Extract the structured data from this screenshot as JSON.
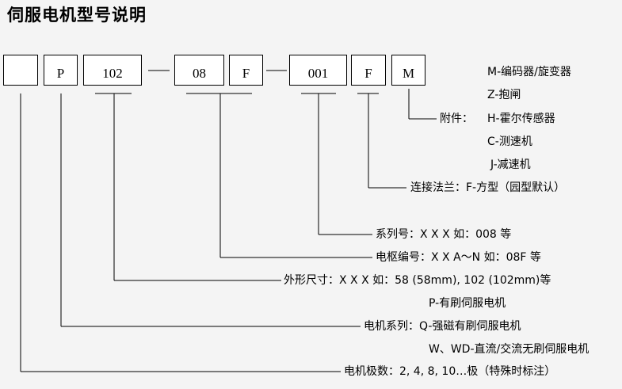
{
  "title": "伺服电机型号说明",
  "boxes": [
    "",
    "P",
    "102",
    "08",
    "F",
    "001",
    "F",
    "M"
  ],
  "annotations": {
    "accessory_options": [
      "M-编码器/旋变器",
      "Z-抱闸",
      "H-霍尔传感器",
      "C-测速机",
      "J-减速机"
    ],
    "accessory_label": "附件：",
    "flange": "连接法兰：F-方型（园型默认）",
    "series_no": "系列号：X X X  如：008 等",
    "armature": "电枢编号：X X A～N  如：08F 等",
    "frame_size": "外形尺寸：X X X  如：58 (58mm), 102 (102mm)等",
    "motor_series_p": "P-有刷伺服电机",
    "motor_series_label": "电机系列：Q-强磁有刷伺服电机",
    "motor_series_w": "W、WD-直流/交流无刷伺服电机",
    "poles": "电机极数：2, 4, 8, 10…极（特殊时标注）"
  }
}
